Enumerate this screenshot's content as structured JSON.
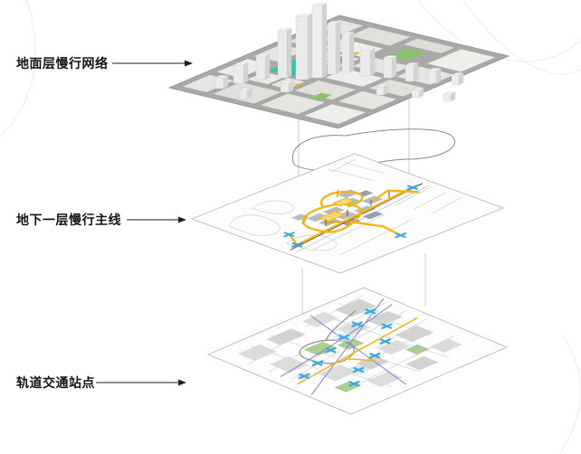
{
  "diagram": {
    "labels": {
      "ground": "地面层慢行网络",
      "underground": "地下一层慢行主线",
      "rail": "轨道交通站点"
    }
  },
  "colors": {
    "slow_network_yellow": "#f2b51d",
    "slow_network_orange": "#e8940a",
    "station_blue": "#3fa9d9",
    "rail_purple": "#8a7fd4",
    "park_teal": "#3fbfae",
    "park_green": "#8fbf72",
    "road_gray": "#a9a9a9",
    "leader_line": "#1f1f1f"
  }
}
